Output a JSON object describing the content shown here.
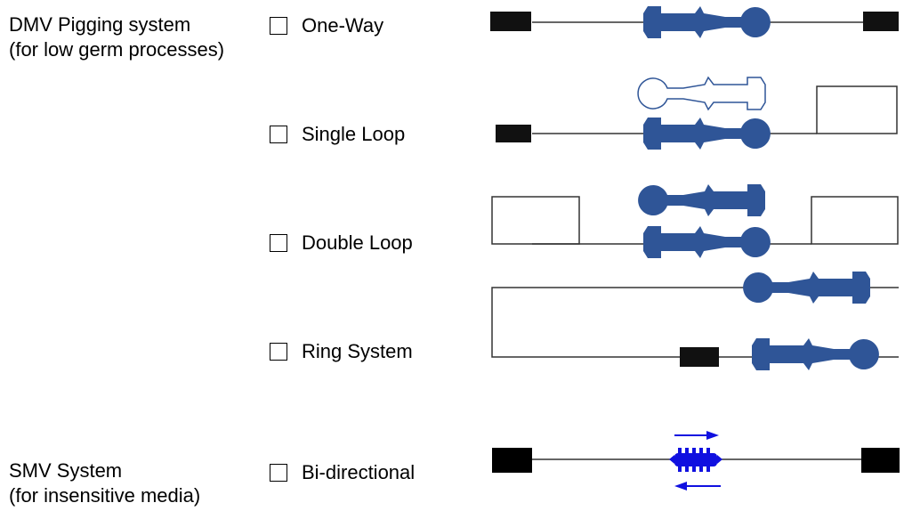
{
  "groups": {
    "dmv": {
      "title": "DMV Pigging system",
      "subtitle": "(for low germ processes)"
    },
    "smv": {
      "title": "SMV System",
      "subtitle": "(for insensitive media)"
    }
  },
  "options": [
    {
      "label": "One-Way"
    },
    {
      "label": "Single Loop"
    },
    {
      "label": "Double Loop"
    },
    {
      "label": "Ring System"
    },
    {
      "label": "Bi-directional"
    }
  ],
  "colors": {
    "pig": "#2f5597",
    "smv_pig": "#1010e0",
    "station": "#111111",
    "line": "#333333"
  }
}
